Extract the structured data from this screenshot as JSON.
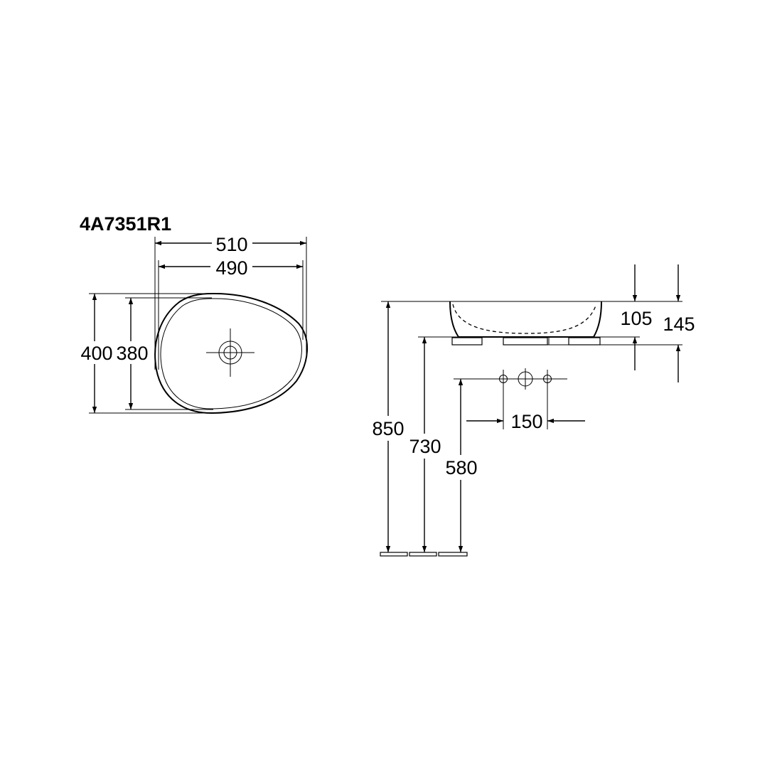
{
  "model_number": "4A7351R1",
  "top_view": {
    "width_outer": "510",
    "width_inner": "490",
    "depth_outer": "400",
    "depth_inner": "380"
  },
  "side_view": {
    "basin_height": "105",
    "total_height": "145",
    "rim_height": "850",
    "underside_height": "730",
    "drain_height": "580",
    "fitting_spacing": "150"
  }
}
